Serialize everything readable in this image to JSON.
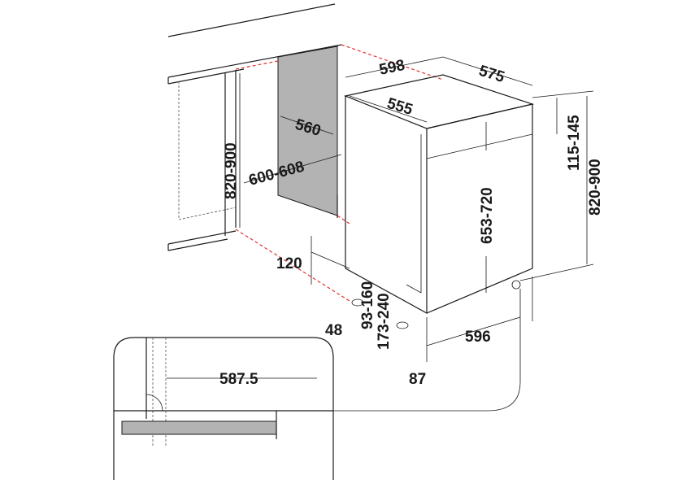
{
  "diagram": {
    "title": "Dishwasher installation dimensions",
    "colors": {
      "line": "#1a1a1a",
      "panel": "#b3b3b3",
      "dash": "#e0312f"
    },
    "labels": {
      "width_top": "598",
      "depth_top": "575",
      "depth_inner": "555",
      "panel_depth": "560",
      "niche_width": "600-608",
      "niche_height_left": "820-900",
      "top_gap": "115-145",
      "height_right": "820-900",
      "door_height": "653-720",
      "plinth_height": "120",
      "foot_front": "93-160",
      "foot_rear": "173-240",
      "foot_offset": "48",
      "width_bottom": "596",
      "side_offset": "87",
      "detail_width": "587.5"
    }
  }
}
